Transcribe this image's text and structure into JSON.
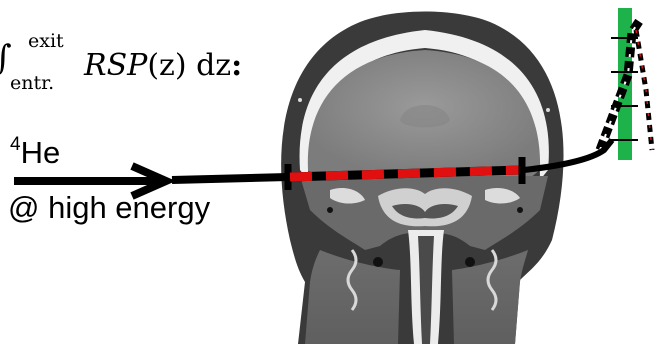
{
  "formula": {
    "integral_symbol": "∫",
    "upper_limit": "exit",
    "lower_limit": "entr.",
    "integrand_func": "RSP",
    "integrand_arg": "(z)",
    "differential": " dz",
    "trailing": ":"
  },
  "beam": {
    "particle_mass_number": "4",
    "particle_symbol": "He",
    "energy_label": "@ high energy"
  },
  "colors": {
    "beam_path": "#000000",
    "in_patient_segment": "#e01010",
    "detector": "#1db34a",
    "ct_dark": "#2a2a2a",
    "ct_brain": "#8a8a8a",
    "ct_bone": "#f2f2f2"
  },
  "icons": [
    "ct-head-slice",
    "beam-arrow",
    "detector-plane"
  ]
}
